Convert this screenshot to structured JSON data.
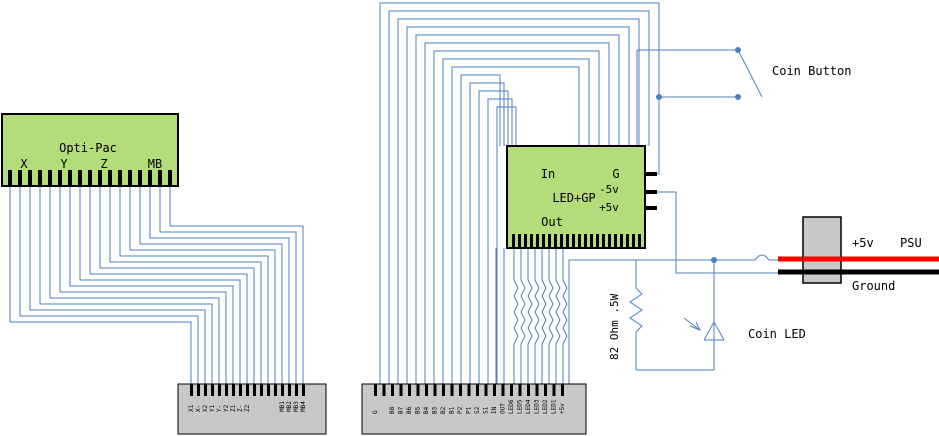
{
  "optipac": {
    "title": "Opti-Pac",
    "labels": [
      "X",
      "Y",
      "Z",
      "MB"
    ]
  },
  "ledgp": {
    "label_in": "In",
    "label_main": "LED+GP",
    "label_out": "Out",
    "label_g": "G",
    "label_minus5": "-5v",
    "label_plus5": "+5v"
  },
  "coin_button": "Coin Button",
  "coin_led": "Coin LED",
  "resistor": "82 Ohm .5W",
  "psu": {
    "plus": "+5v",
    "name": "PSU",
    "ground": "Ground"
  },
  "left_connector_pins": [
    "X1",
    "X-",
    "X2",
    "Y1",
    "Y-",
    "Y2",
    "Z1",
    "Z-",
    "Z2",
    "",
    "",
    "",
    "",
    "MB1",
    "MB2",
    "MB3",
    "MB4"
  ],
  "right_connector_pins": [
    "G",
    "",
    "B8",
    "B7",
    "B6",
    "B5",
    "B4",
    "B3",
    "B2",
    "B1",
    "P2",
    "P1",
    "S2",
    "S1",
    "IN",
    "OUT",
    "LED6",
    "LED5",
    "LED4",
    "LED3",
    "LED2",
    "LED1",
    "+5v"
  ],
  "colors": {
    "board": "#b5dc7a",
    "wire": "#4f7fbf",
    "psu_plus": "#ff0000",
    "psu_ground": "#000000",
    "grey": "#c8c8c8"
  }
}
